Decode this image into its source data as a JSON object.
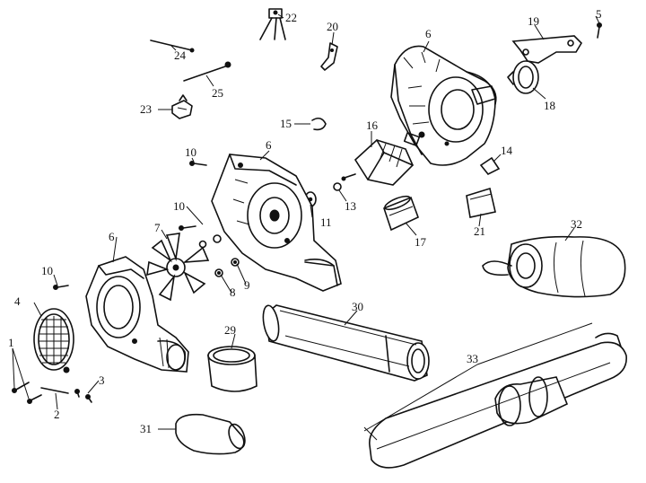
{
  "diagram": {
    "callouts": [
      {
        "id": "c1",
        "text": "1"
      },
      {
        "id": "c2",
        "text": "2"
      },
      {
        "id": "c3",
        "text": "3"
      },
      {
        "id": "c4",
        "text": "4"
      },
      {
        "id": "c5",
        "text": "5"
      },
      {
        "id": "c6a",
        "text": "6"
      },
      {
        "id": "c6b",
        "text": "6"
      },
      {
        "id": "c6c",
        "text": "6"
      },
      {
        "id": "c7",
        "text": "7"
      },
      {
        "id": "c8",
        "text": "8"
      },
      {
        "id": "c9",
        "text": "9"
      },
      {
        "id": "c10a",
        "text": "10"
      },
      {
        "id": "c10b",
        "text": "10"
      },
      {
        "id": "c10c",
        "text": "10"
      },
      {
        "id": "c11",
        "text": "11"
      },
      {
        "id": "c13",
        "text": "13"
      },
      {
        "id": "c14",
        "text": "14"
      },
      {
        "id": "c15",
        "text": "15"
      },
      {
        "id": "c16",
        "text": "16"
      },
      {
        "id": "c17",
        "text": "17"
      },
      {
        "id": "c18",
        "text": "18"
      },
      {
        "id": "c19",
        "text": "19"
      },
      {
        "id": "c20",
        "text": "20"
      },
      {
        "id": "c21",
        "text": "21"
      },
      {
        "id": "c22",
        "text": "22"
      },
      {
        "id": "c23",
        "text": "23"
      },
      {
        "id": "c24",
        "text": "24"
      },
      {
        "id": "c25",
        "text": "25"
      },
      {
        "id": "c29",
        "text": "29"
      },
      {
        "id": "c30",
        "text": "30"
      },
      {
        "id": "c31",
        "text": "31"
      },
      {
        "id": "c32",
        "text": "32"
      },
      {
        "id": "c33",
        "text": "33"
      }
    ]
  }
}
